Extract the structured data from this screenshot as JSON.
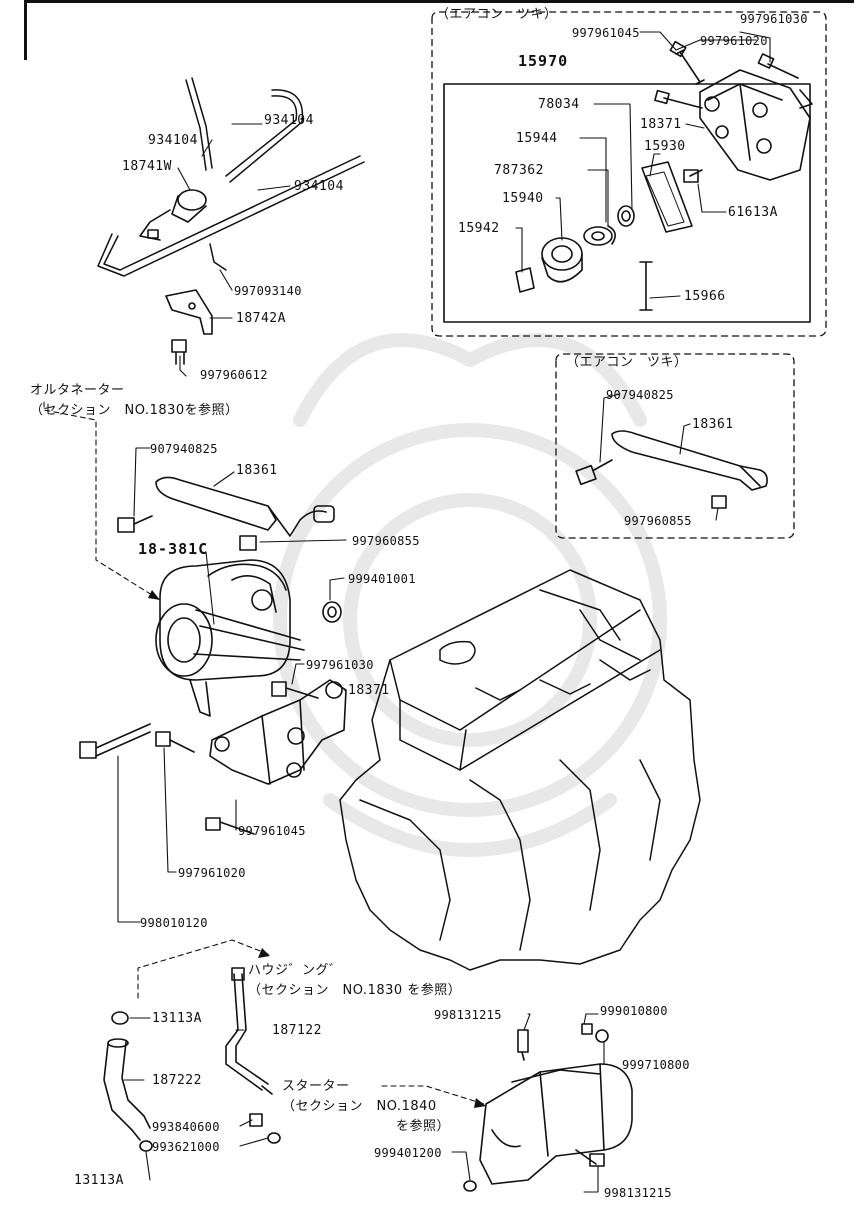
{
  "notes": {
    "ac_top": "（エアコン　ツキ）",
    "ac_mid": "（エアコン　ツキ）",
    "alternator_1": "オルタネーター",
    "alternator_2": "（セクション　NO.1830を参照）",
    "housing_1": "ハウジ゛ング゛",
    "housing_2": "（セクション　NO.1830 を参照）",
    "starter_1": "スターター",
    "starter_2": "（セクション　NO.1840",
    "starter_3": "を参照）"
  },
  "parts": {
    "p997961030_top": "997961030",
    "p997961045_top": "997961045",
    "p997961020_top": "997961020",
    "p15970": "15970",
    "p78034": "78034",
    "p15944": "15944",
    "p787362": "787362",
    "p15940": "15940",
    "p15942": "15942",
    "p18371_top": "18371",
    "p15930": "15930",
    "p61613A": "61613A",
    "p15966": "15966",
    "p934104_a": "934104",
    "p934104_b": "934104",
    "p934104_c": "934104",
    "p18741W": "18741W",
    "p997093140": "997093140",
    "p18742A": "18742A",
    "p997960612": "997960612",
    "p907940825_right": "907940825",
    "p18361_right": "18361",
    "p997960855_right": "997960855",
    "p907940825_left": "907940825",
    "p18361_left": "18361",
    "p997960855_left": "997960855",
    "p18381C": "18-381C",
    "p999401001": "999401001",
    "p997961030_mid": "997961030",
    "p18371_mid": "18371",
    "p997961045_mid": "997961045",
    "p997961020_mid": "997961020",
    "p998010120": "998010120",
    "p13113A_top": "13113A",
    "p187122": "187122",
    "p187222": "187222",
    "p993840600": "993840600",
    "p993621000": "993621000",
    "p13113A_bot": "13113A",
    "p998131215_top": "998131215",
    "p999010800": "999010800",
    "p999710800": "999710800",
    "p999401200": "999401200",
    "p998131215_bot": "998131215"
  }
}
